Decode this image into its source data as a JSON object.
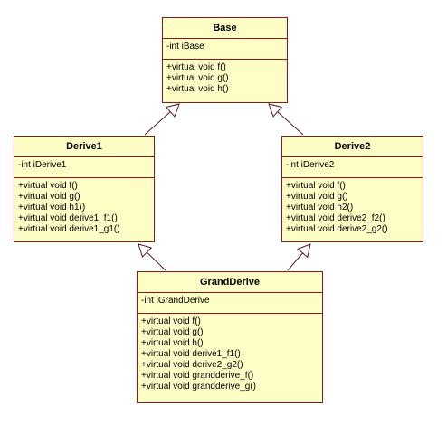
{
  "classes": {
    "base": {
      "name": "Base",
      "attributes": [
        "-int iBase"
      ],
      "operations": [
        "+virtual void f()",
        "+virtual void g()",
        "+virtual void h()"
      ]
    },
    "derive1": {
      "name": "Derive1",
      "attributes": [
        "-int iDerive1"
      ],
      "operations": [
        "+virtual void f()",
        "+virtual void g()",
        "+virtual void h1()",
        "+virtual void derive1_f1()",
        "+virtual void derive1_g1()"
      ]
    },
    "derive2": {
      "name": "Derive2",
      "attributes": [
        "-int iDerive2"
      ],
      "operations": [
        "+virtual void f()",
        "+virtual void g()",
        "+virtual void h2()",
        "+virtual void derive2_f2()",
        "+virtual void derive2_g2()"
      ]
    },
    "grandderive": {
      "name": "GrandDerive",
      "attributes": [
        "-int iGrandDerive"
      ],
      "operations": [
        "+virtual void f()",
        "+virtual void g()",
        "+virtual void h()",
        "+virtual void derive1_f1()",
        "+virtual void derive2_g2()",
        "+virtual void grandderive_f()",
        "+virtual void grandderive_g()"
      ]
    }
  },
  "colors": {
    "box_fill": "#fffdc6",
    "border": "#8a1a1a",
    "line": "#5a1a1a"
  }
}
